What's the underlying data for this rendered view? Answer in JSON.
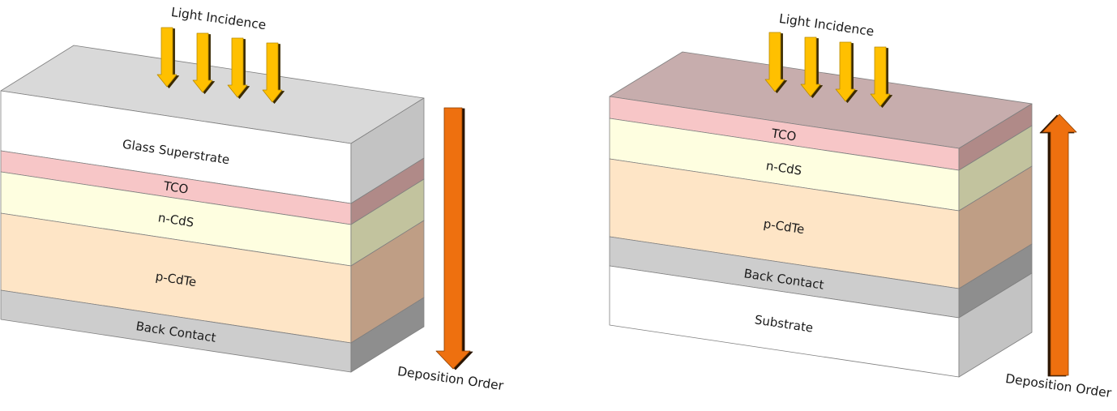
{
  "diagrams": [
    {
      "name": "superstrate-configuration",
      "light_label": "Light Incidence",
      "deposition_label": "Deposition Order",
      "deposition_direction": "down",
      "layers": [
        {
          "label": "Glass Superstrate",
          "front": "#ffffff",
          "side": "#c3c3c3",
          "top": "#d9d9d9"
        },
        {
          "label": "TCO",
          "front": "#f7c6c7",
          "side": "#b08a88",
          "top": "#c7adad"
        },
        {
          "label": "n-CdS",
          "front": "#fefee0",
          "side": "#c2c39e",
          "top": "#d8d8b8"
        },
        {
          "label": "p-CdTe",
          "front": "#fee5c6",
          "side": "#bf9e85",
          "top": "#d6bda5"
        },
        {
          "label": "Back Contact",
          "front": "#cdcdcd",
          "side": "#8e8e8e",
          "top": "#b0b0b0"
        }
      ]
    },
    {
      "name": "substrate-configuration",
      "light_label": "Light Incidence",
      "deposition_label": "Deposition Order",
      "deposition_direction": "up",
      "layers": [
        {
          "label": "TCO",
          "front": "#f7c6c7",
          "side": "#b08a88",
          "top": "#c7adad"
        },
        {
          "label": "n-CdS",
          "front": "#fefee0",
          "side": "#c2c39e",
          "top": "#d8d8b8"
        },
        {
          "label": "p-CdTe",
          "front": "#fee5c6",
          "side": "#bf9e85",
          "top": "#d6bda5"
        },
        {
          "label": "Back Contact",
          "front": "#cdcdcd",
          "side": "#8e8e8e",
          "top": "#b0b0b0"
        },
        {
          "label": "Substrate",
          "front": "#ffffff",
          "side": "#c3c3c3",
          "top": "#d9d9d9"
        }
      ]
    }
  ],
  "colors": {
    "light_arrow": "#ffc000",
    "light_arrow_shadow": "#3a2a00",
    "deposition_arrow": "#ee700f",
    "deposition_arrow_shadow": "#2a1400",
    "edge": "#7f7f7f"
  }
}
